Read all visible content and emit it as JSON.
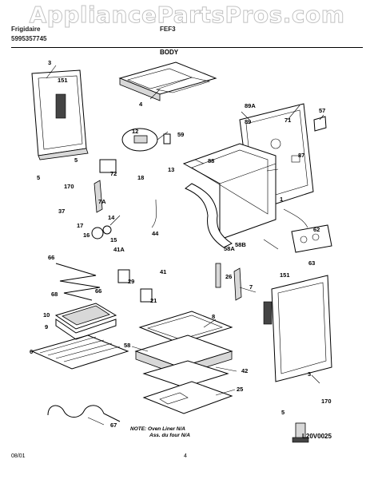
{
  "watermark": "AppliancePartsPros.com",
  "header": {
    "brand_line1": "Frigidaire",
    "brand_line2": "5995357745",
    "model": "FEF3",
    "section": "BODY"
  },
  "labels": {
    "l3a": "3",
    "l151a": "151",
    "l4": "4",
    "l12": "12",
    "l59": "59",
    "l89a": "89A",
    "l89": "89",
    "l71": "71",
    "l57": "57",
    "l87": "87",
    "l88": "88",
    "l5a": "5",
    "l5b": "5",
    "l170a": "170",
    "l72": "72",
    "l13": "13",
    "l18": "18",
    "l7a": "7A",
    "l37": "37",
    "l14": "14",
    "l17": "17",
    "l15": "15",
    "l16": "16",
    "l44": "44",
    "l41a": "41A",
    "l1": "1",
    "l58a": "58A",
    "l58b": "58B",
    "l62": "62",
    "l63": "63",
    "l66a": "66",
    "l68": "68",
    "l66b": "66",
    "l41": "41",
    "l29": "29",
    "l21": "21",
    "l26": "26",
    "l7": "7",
    "l151b": "151",
    "l10": "10",
    "l9": "9",
    "l6": "6",
    "l8": "8",
    "l58": "58",
    "l42": "42",
    "l3b": "3",
    "l25": "25",
    "l67": "67",
    "l5c": "5",
    "l170b": "170"
  },
  "note": {
    "line1": "NOTE: Oven Liner N/A",
    "line2": "Ass. du four N/A"
  },
  "figure_code": "L20V0025",
  "footer": {
    "date": "08/01",
    "page": "4"
  }
}
